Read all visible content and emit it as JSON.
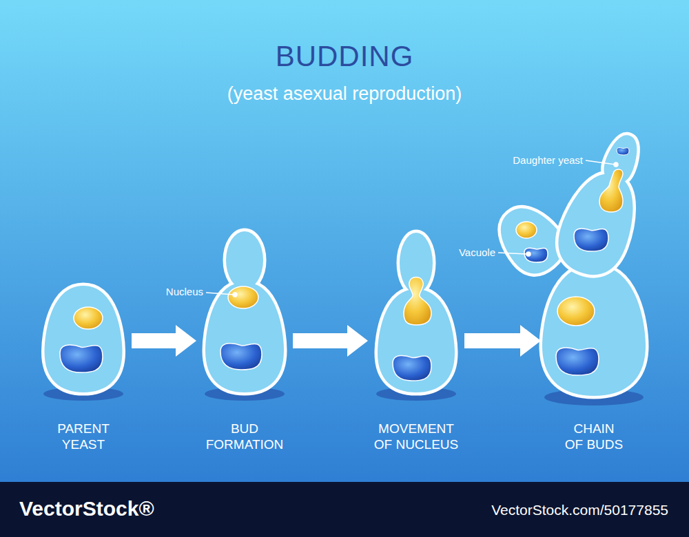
{
  "diagram": {
    "title": "BUDDING",
    "nodes": [
      {
        "text": [
          "PARENT YEAST"
        ]
      },
      {
        "text": [
          "BUD FORMATION"
        ]
      },
      {
        "text": [
          "MOVEMENT OF NUCLEUS"
        ]
      },
      {
        "text": [
          "CHAIN OF BUDS"
        ]
      }
    ],
    "edges": [
      {
        "from": 0,
        "to": 1,
        "arrow": "to"
      },
      {
        "from": 1,
        "to": 2,
        "arrow": "to"
      },
      {
        "from": 2,
        "to": 3,
        "arrow": "to"
      }
    ],
    "labels": [
      "(yeast asexual reproduction)",
      "Nucleus",
      "Vacuole",
      "Daughter yeast",
      "VectorStock®",
      "VectorStock.com/50177855"
    ]
  }
}
